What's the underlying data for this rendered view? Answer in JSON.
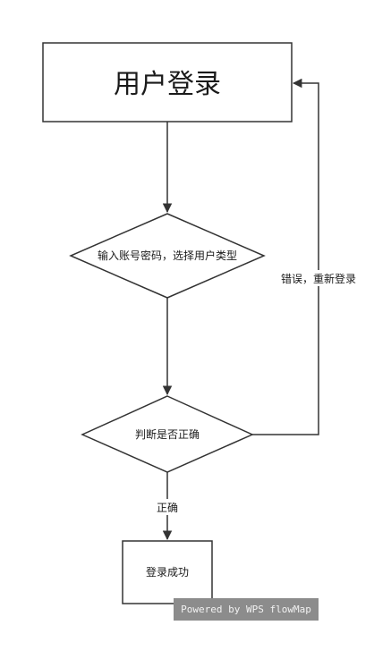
{
  "nodes": {
    "login": "用户登录",
    "input": "输入账号密码，选择用户类型",
    "check": "判断是否正确",
    "success": "登录成功"
  },
  "edges": {
    "retry": "错误，重新登录",
    "correct": "正确"
  },
  "watermark": "Powered by WPS flowMap",
  "colors": {
    "stroke": "#333333",
    "watermark_bg": "#8c8c8c"
  }
}
